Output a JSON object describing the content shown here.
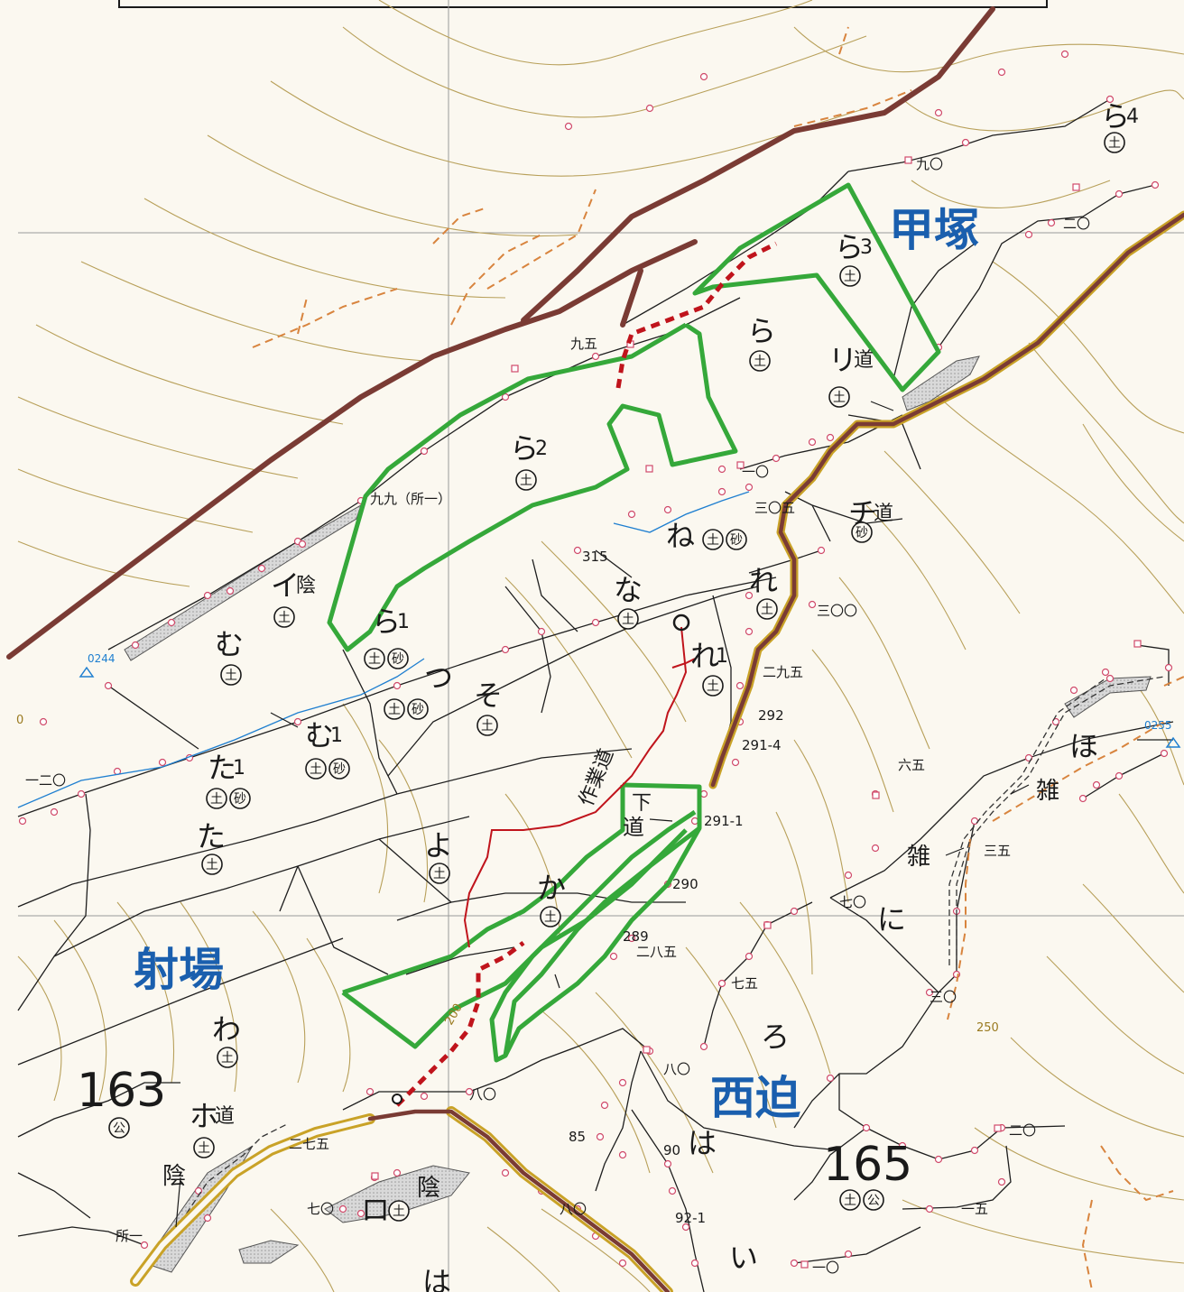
{
  "places": [
    {
      "key": "kozuka",
      "text": "甲塚"
    },
    {
      "key": "iba",
      "text": "射場"
    },
    {
      "key": "nishisako",
      "text": "西迫"
    }
  ],
  "lots": [
    {
      "key": "ra4",
      "main": "ら",
      "sub": "4",
      "marks": [
        "土"
      ]
    },
    {
      "key": "ra3",
      "main": "ら",
      "sub": "3",
      "marks": [
        "土"
      ]
    },
    {
      "key": "ra",
      "main": "ら",
      "sub": "",
      "marks": [
        "土"
      ]
    },
    {
      "key": "ra2",
      "main": "ら",
      "sub": "2",
      "marks": [
        "土"
      ]
    },
    {
      "key": "ra1",
      "main": "ら",
      "sub": "1",
      "marks": [
        "土",
        "砂"
      ]
    },
    {
      "key": "rimichi",
      "main": "リ",
      "sub": "道",
      "marks": [
        "土"
      ]
    },
    {
      "key": "chimichi",
      "main": "チ",
      "sub": "道",
      "marks": [
        "砂"
      ]
    },
    {
      "key": "ne",
      "main": "ね",
      "sub": "",
      "marks": [
        "土",
        "砂"
      ]
    },
    {
      "key": "na",
      "main": "な",
      "sub": "",
      "marks": [
        "土"
      ]
    },
    {
      "key": "re",
      "main": "れ",
      "sub": "",
      "marks": [
        "土"
      ]
    },
    {
      "key": "re1",
      "main": "れ",
      "sub": "1",
      "marks": [
        "土"
      ]
    },
    {
      "key": "ikage",
      "main": "イ",
      "sub": "陰",
      "marks": [
        "土"
      ]
    },
    {
      "key": "mu",
      "main": "む",
      "sub": "",
      "marks": [
        "土"
      ]
    },
    {
      "key": "mu1",
      "main": "む",
      "sub": "1",
      "marks": [
        "土",
        "砂"
      ]
    },
    {
      "key": "tsu",
      "main": "つ",
      "sub": "",
      "marks": [
        "土",
        "砂"
      ]
    },
    {
      "key": "so",
      "main": "そ",
      "sub": "",
      "marks": [
        "土"
      ]
    },
    {
      "key": "ta1",
      "main": "た",
      "sub": "1",
      "marks": [
        "土",
        "砂"
      ]
    },
    {
      "key": "ta",
      "main": "た",
      "sub": "",
      "marks": [
        "土"
      ]
    },
    {
      "key": "yo",
      "main": "よ",
      "sub": "",
      "marks": [
        "土"
      ]
    },
    {
      "key": "ka",
      "main": "か",
      "sub": "",
      "marks": [
        "土"
      ]
    },
    {
      "key": "wa",
      "main": "わ",
      "sub": "",
      "marks": [
        "土"
      ]
    },
    {
      "key": "homichi",
      "main": "ホ",
      "sub": "道",
      "marks": [
        "土"
      ]
    },
    {
      "key": "ro",
      "main": "ロ",
      "sub": "",
      "marks": [
        "土"
      ]
    },
    {
      "key": "n163",
      "main": "163",
      "sub": "",
      "marks": [
        "公"
      ]
    },
    {
      "key": "n165",
      "main": "165",
      "sub": "",
      "marks": [
        "土",
        "公"
      ]
    }
  ],
  "labels": {
    "kyugo": "九五",
    "kyuku": "九九（所一）",
    "ichimaru": "一〇",
    "sanmaru_go": "三〇五",
    "n315": "315",
    "sanbyaku": "三〇〇",
    "nikyugo": "二九五",
    "n292": "292",
    "n2914": "291-4",
    "n2911": "291-1",
    "n290": "290",
    "n289": "289",
    "nihachigo": "二八五",
    "kyumaru": "九〇",
    "nimaru": "二〇",
    "nimaru_b": "二〇",
    "ichinimaru": "一二〇",
    "rokugo": "六五",
    "nanamaru": "七〇",
    "sango": "三五",
    "sanmaru": "三〇",
    "nanago": "七五",
    "hachimaru": "八〇",
    "hachimaru_b": "八〇",
    "hachimaru_c": "八〇",
    "n85": "85",
    "n90": "90",
    "n921": "92-1",
    "nanamaru_b": "七〇",
    "ichigo": "一五",
    "ichimaru_b": "一〇",
    "shoichi": "所一",
    "nishichigo": "二七五",
    "ni": "に",
    "ro": "ろ",
    "ha": "は",
    "ha_b": "は",
    "i": "い",
    "ho": "ほ",
    "zatsu1": "雑",
    "zatsu2": "雑",
    "kage1": "陰",
    "kage2": "陰",
    "michi_shita": "道",
    "sagyodo": "作業道",
    "contour200": "200",
    "contour250": "250",
    "bm0244": "0244",
    "bm0255": "0255",
    "edge_zero": "0",
    "shita_t": "下"
  },
  "colors": {
    "contour": "#b8a05a",
    "boundary": "#1e1e1e",
    "ridge": "#7a3b34",
    "road": "#c9a227",
    "plan": "#35a83a",
    "work_road": "#c0141c",
    "stream": "#1f7fd0",
    "dashed": "#d8843e",
    "place_text": "#1a5fae"
  }
}
